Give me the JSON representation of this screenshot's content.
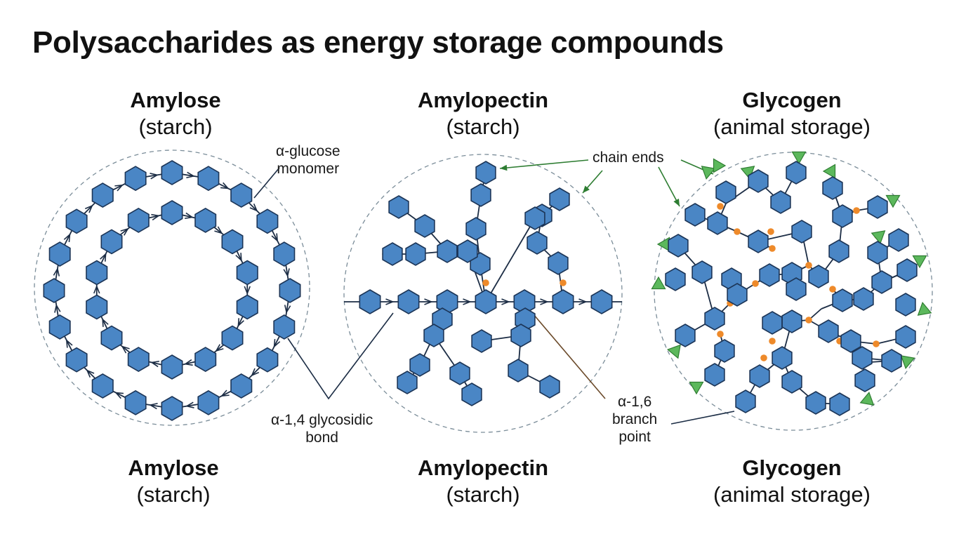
{
  "title": "Polysaccharides as energy storage compounds",
  "panels": [
    {
      "name": "Amylose",
      "subtitle": "(starch)"
    },
    {
      "name": "Amylopectin",
      "subtitle": "(starch)"
    },
    {
      "name": "Glycogen",
      "subtitle": "(animal storage)"
    }
  ],
  "labels": {
    "monomer": "α-glucose\nmonomer",
    "chain_ends": "chain ends",
    "glycosidic_bond": "α-1,4 glycosidic\nbond",
    "branch_point": "α-1,6\nbranch\npoint"
  },
  "colors": {
    "glucose_fill": "#4a86c5",
    "glucose_stroke": "#1c3557",
    "bond_line": "#1c2d45",
    "branch_point": "#ee8a2a",
    "chain_end": "#5cb85c",
    "chain_end_stroke": "#2f7d32",
    "pointer_green": "#2e7d32",
    "outline": "#7b8d99"
  }
}
